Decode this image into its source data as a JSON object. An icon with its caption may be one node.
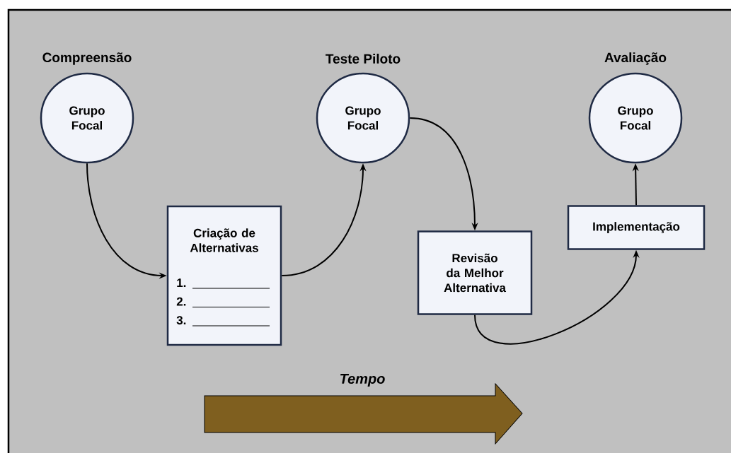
{
  "diagram": {
    "nodes": [
      {
        "text": [
          "Compreensão",
          "Grupo Focal"
        ]
      },
      {
        "text": [
          "Criação de Alternativas",
          "1.",
          "2.",
          "3."
        ]
      },
      {
        "text": [
          "Teste Piloto",
          "Grupo Focal"
        ]
      },
      {
        "text": [
          "Revisão da Melhor Alternativa"
        ]
      },
      {
        "text": [
          "Implementação"
        ]
      },
      {
        "text": [
          "Avaliação",
          "Grupo Focal"
        ]
      }
    ],
    "edges": [
      {
        "from": 0,
        "to": 1,
        "arrow": "to"
      },
      {
        "from": 1,
        "to": 2,
        "arrow": "to"
      },
      {
        "from": 2,
        "to": 3,
        "arrow": "to"
      },
      {
        "from": 3,
        "to": 4,
        "arrow": "to"
      },
      {
        "from": 4,
        "to": 5,
        "arrow": "to"
      }
    ],
    "labels": [
      "Tempo"
    ]
  }
}
